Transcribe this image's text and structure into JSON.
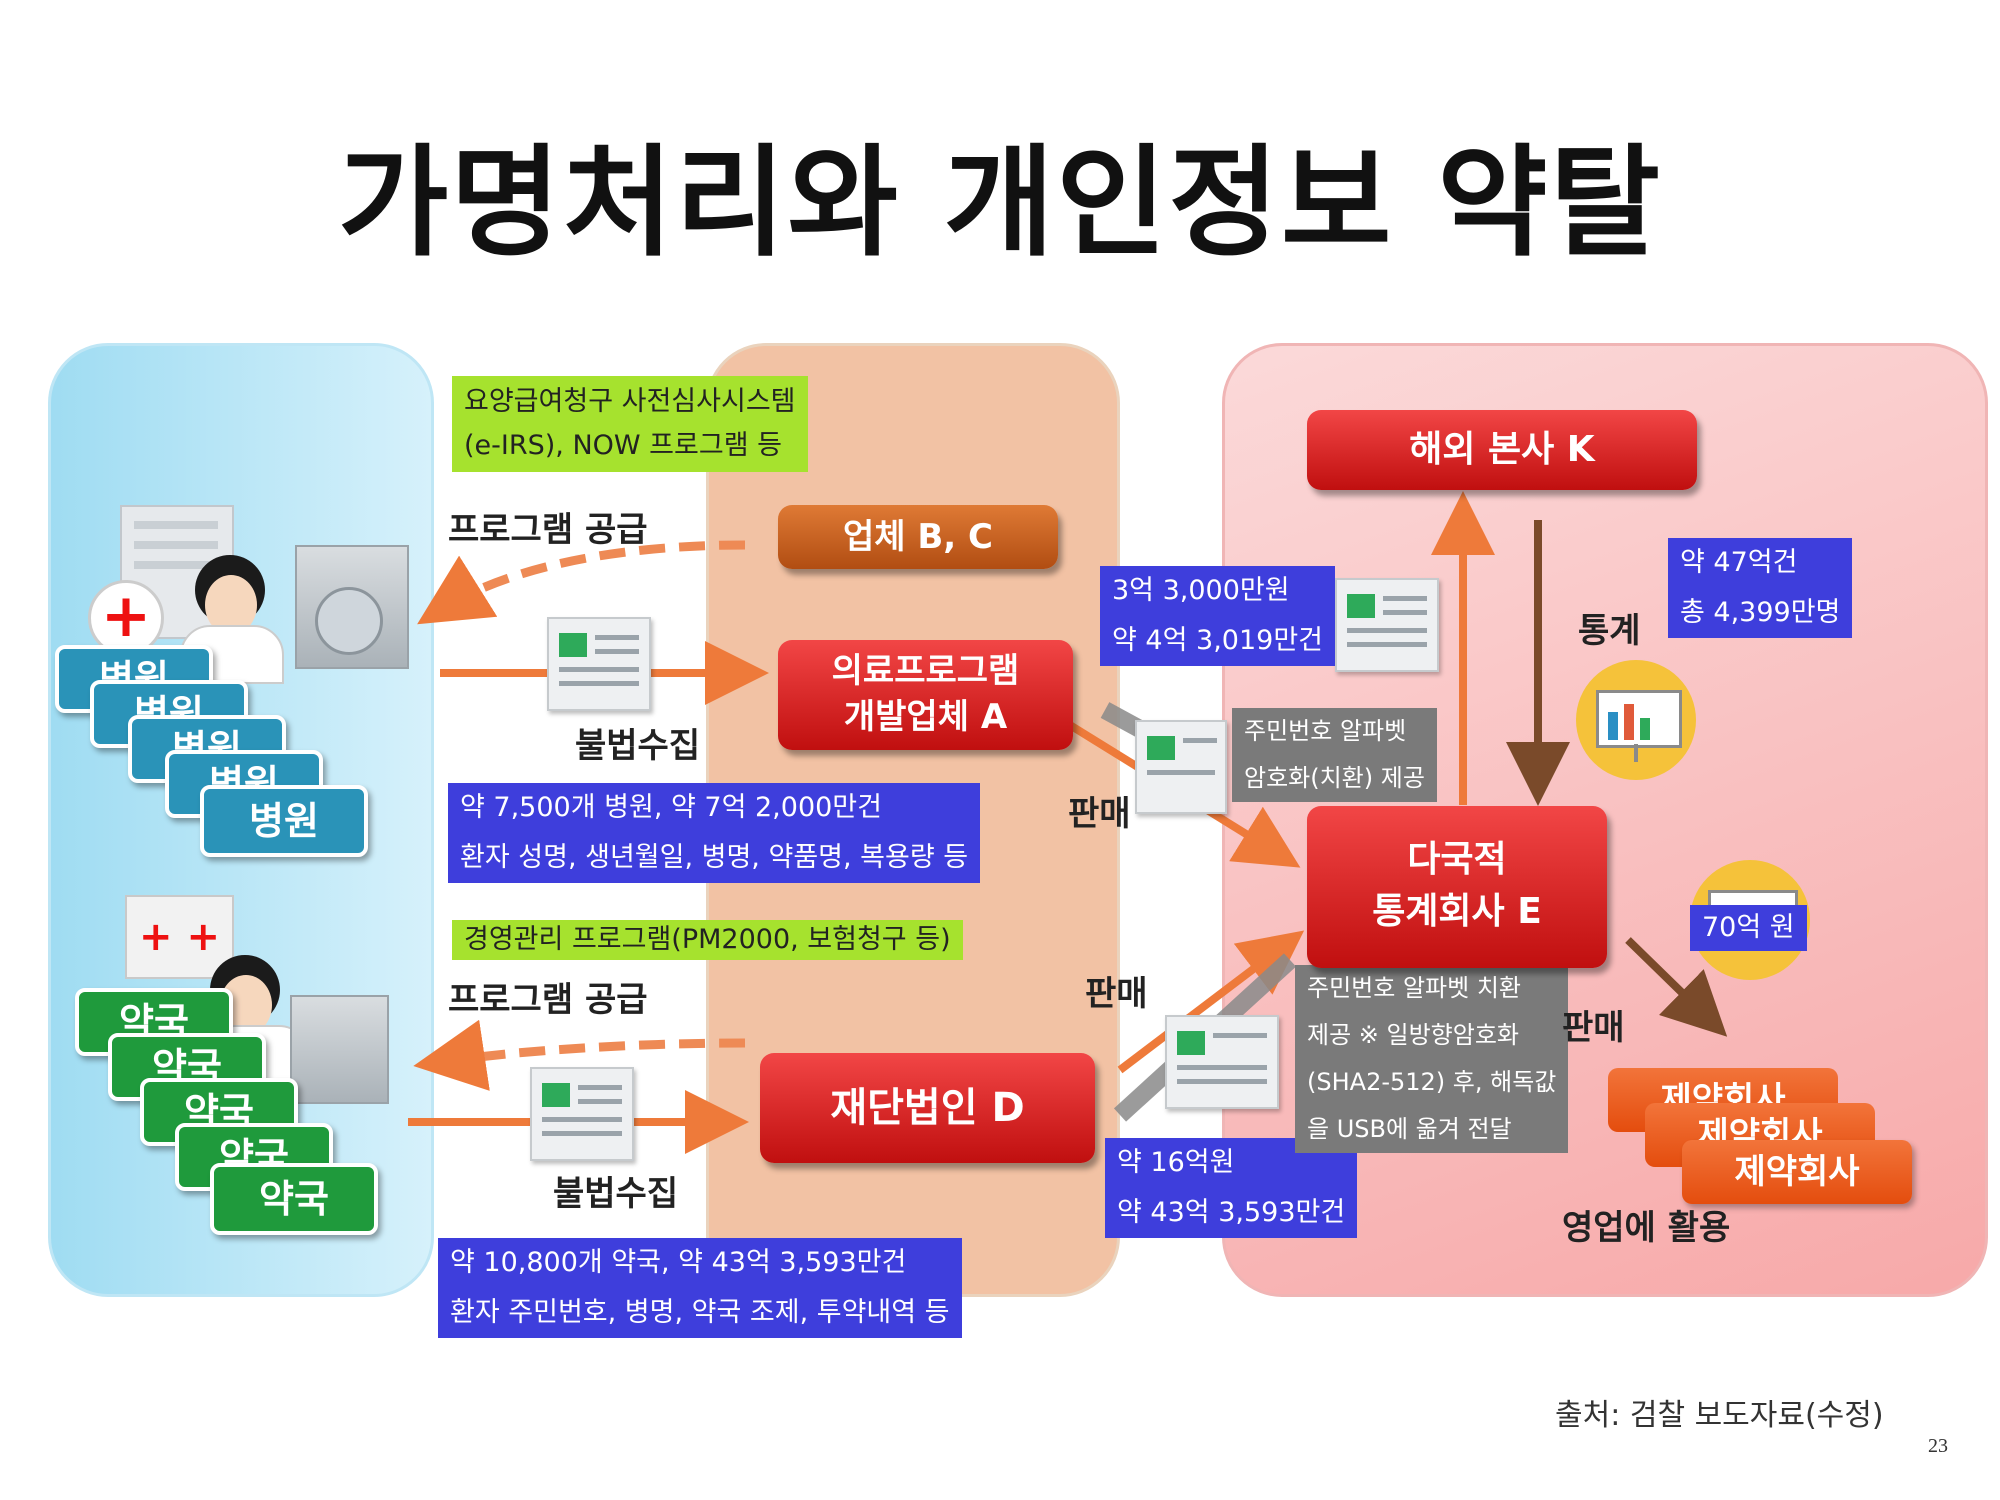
{
  "title": "가명처리와 개인정보 약탈",
  "notes": {
    "program_top_line1": "요양급여청구 사전심사시스템",
    "program_top_line2": "(e-IRS), NOW 프로그램 등",
    "program_bottom": "경영관리 프로그램(PM2000, 보험청구 등)",
    "hospital_data_line1": "약 7,500개 병원, 약 7억 2,000만건",
    "hospital_data_line2": "환자 성명, 생년월일, 병명, 약품명, 복용량 등",
    "pharmacy_data_line1": "약 10,800개 약국, 약 43억 3,593만건",
    "pharmacy_data_line2": "환자 주민번호, 병명, 약국 조제, 투약내역 등",
    "sale_a_line1": "3억 3,000만원",
    "sale_a_line2": "약 4억 3,019만건",
    "sale_d_line1": "약 16억원",
    "sale_d_line2": "약 43억 3,593만건",
    "hq_stats_line1": "약 47억건",
    "hq_stats_line2": "총 4,399만명",
    "revenue": "70억 원",
    "encrypt_a_line1": "주민번호 알파벳",
    "encrypt_a_line2": "암호화(치환) 제공",
    "encrypt_d_line1": "주민번호 알파벳 치환",
    "encrypt_d_line2": "제공 ※ 일방향암호화",
    "encrypt_d_line3": "(SHA2-512) 후, 해독값",
    "encrypt_d_line4": "을 USB에 옮겨 전달"
  },
  "labels": {
    "supply_top": "프로그램 공급",
    "supply_bottom": "프로그램 공급",
    "collect_top": "불법수집",
    "collect_bottom": "불법수집",
    "sale_a": "판매",
    "sale_d": "판매",
    "sale_e": "판매",
    "stats": "통계",
    "sales_use": "영업에 활용"
  },
  "boxes": {
    "vendor_bc": "업체 B, C",
    "dev_a_line1": "의료프로그램",
    "dev_a_line2": "개발업체 A",
    "foundation_d": "재단법인 D",
    "hq_k": "해외 본사 K",
    "stats_e_line1": "다국적",
    "stats_e_line2": "통계회사 E"
  },
  "tags": {
    "hospital": "병원",
    "pharmacy": "약국",
    "pharma_company": "제약회사"
  },
  "footer": {
    "source": "출처: 검찰 보도자료(수정)",
    "page": "23"
  }
}
